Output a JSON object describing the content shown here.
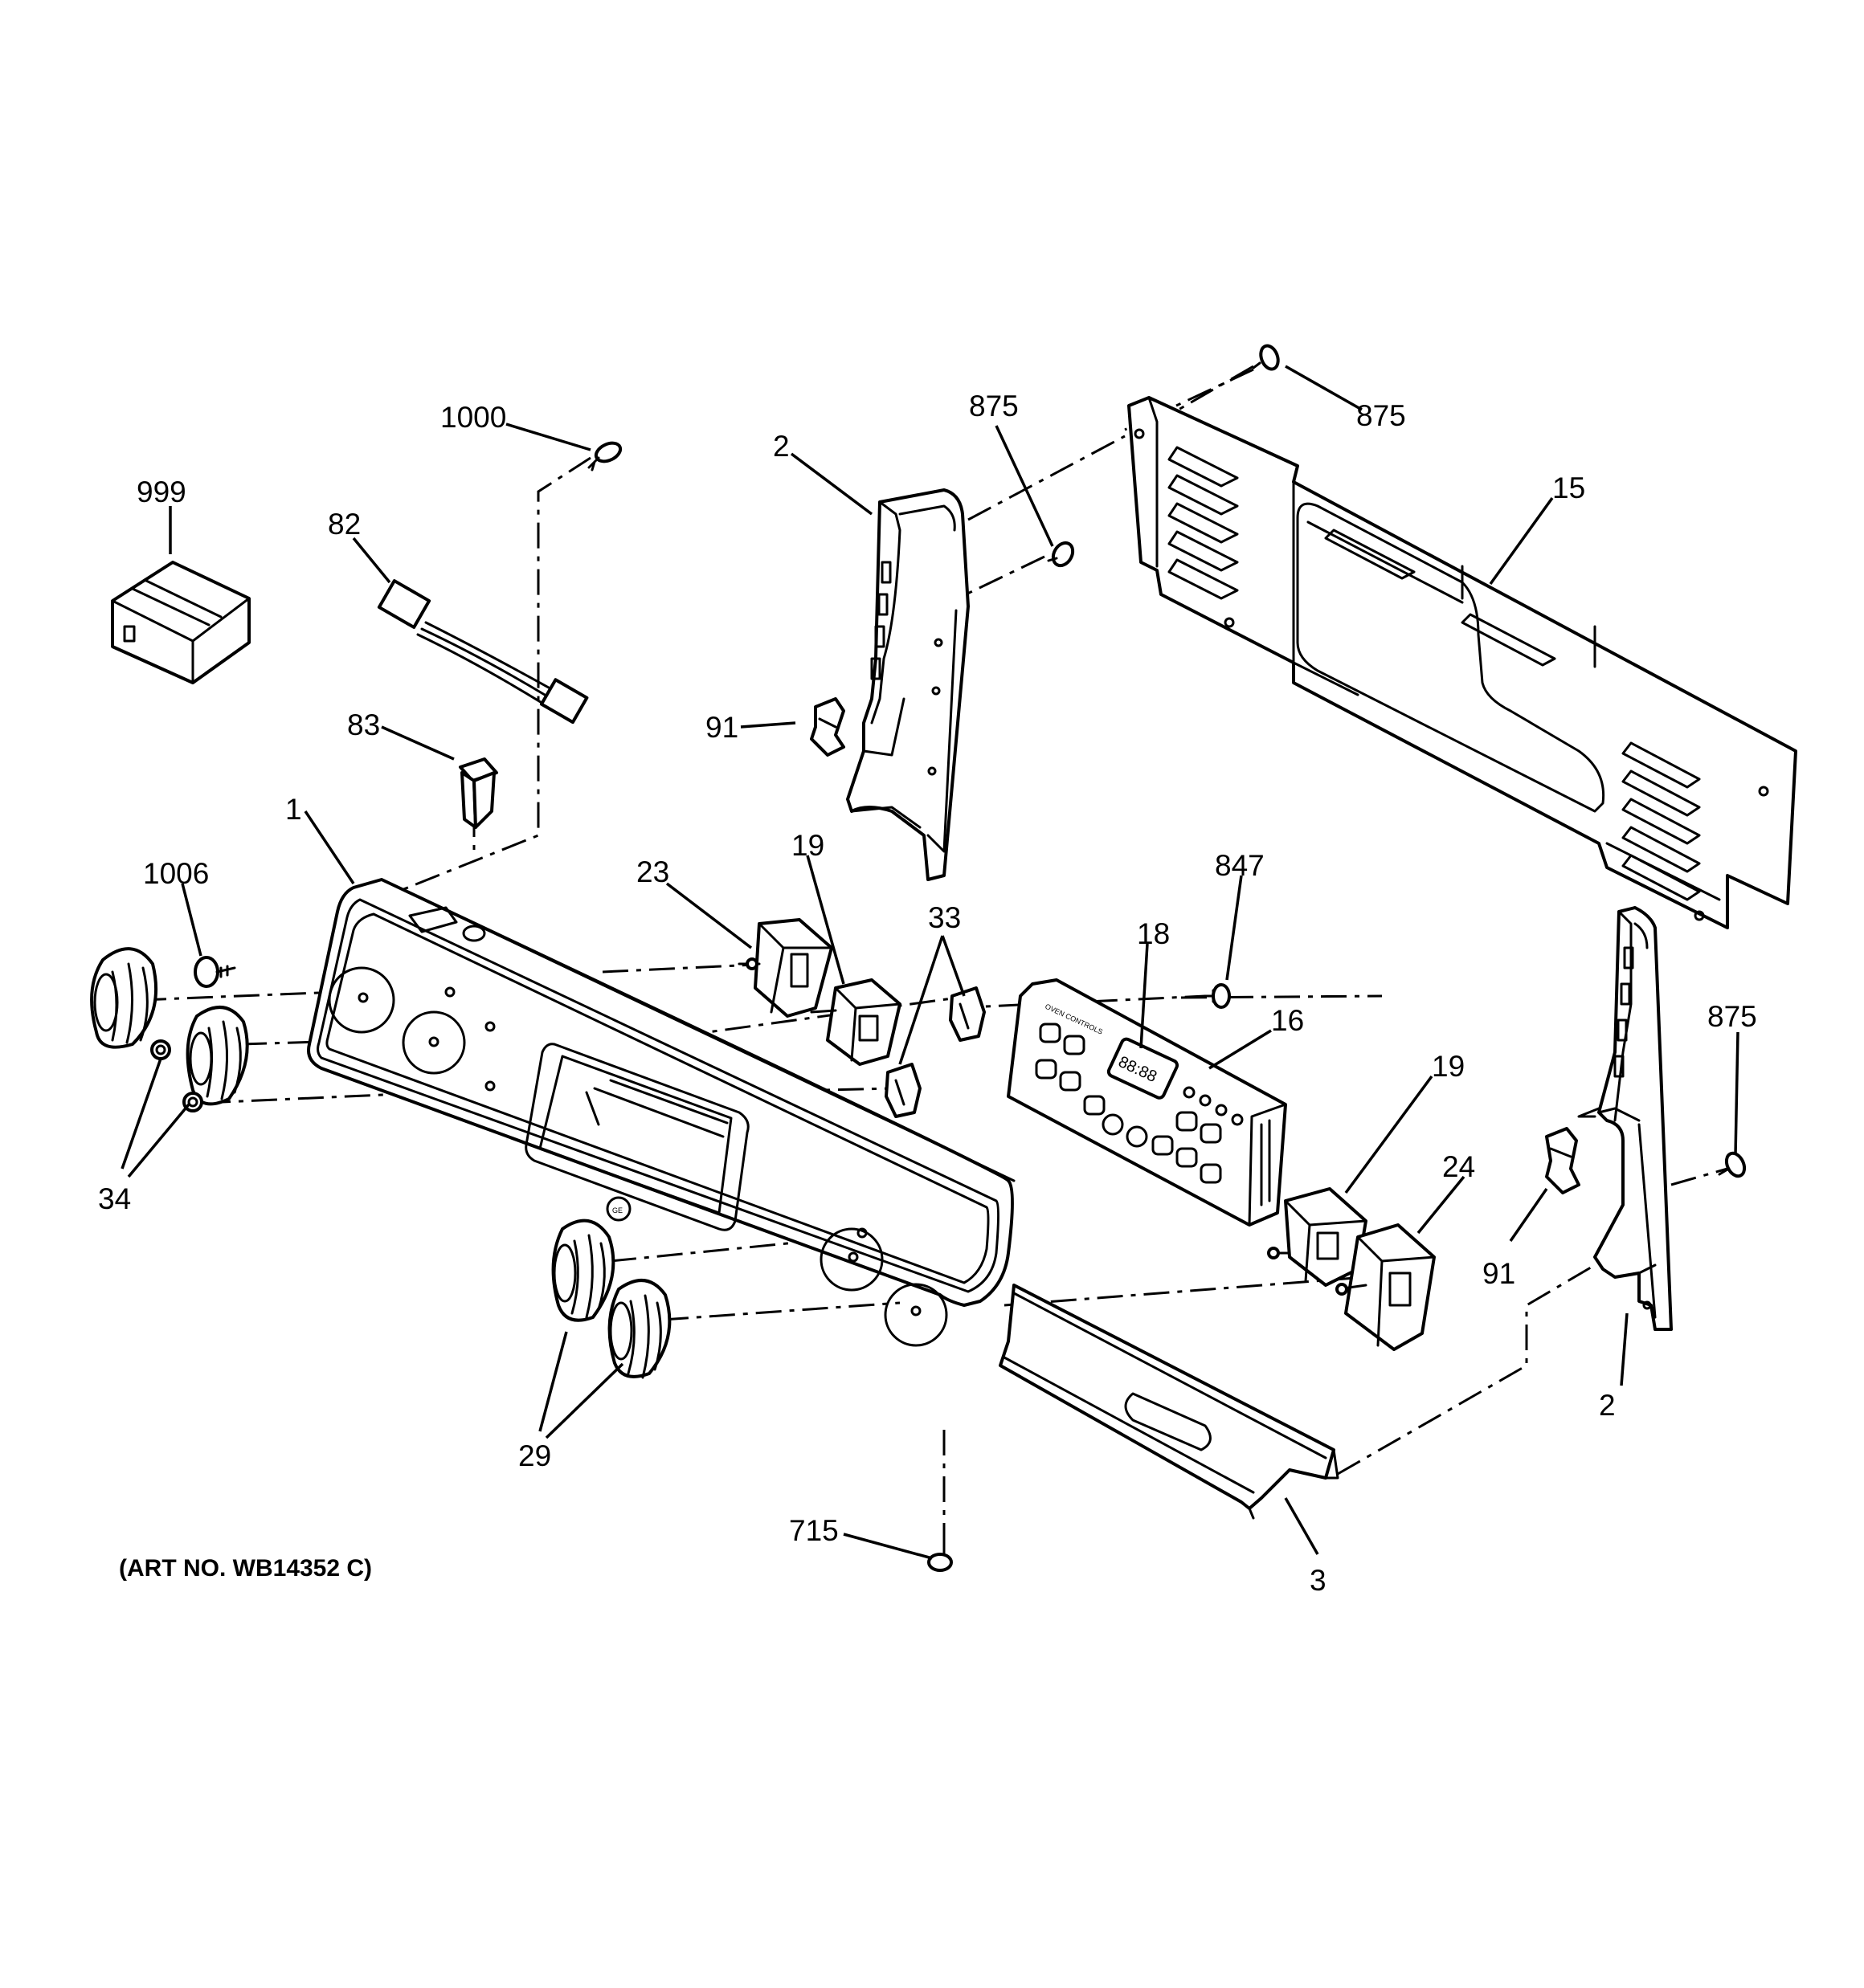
{
  "callouts": {
    "c999": "999",
    "c1000": "1000",
    "c82": "82",
    "c83": "83",
    "c1": "1",
    "c1006": "1006",
    "c34": "34",
    "c2_top": "2",
    "c91_left": "91",
    "c875_mid": "875",
    "c875_top": "875",
    "c15": "15",
    "c23": "23",
    "c19_left": "19",
    "c33": "33",
    "c847": "847",
    "c18": "18",
    "c16": "16",
    "c19_right": "19",
    "c24": "24",
    "c875_right": "875",
    "c91_right": "91",
    "c2_bottom": "2",
    "c29": "29",
    "c715": "715",
    "c3": "3"
  },
  "art_number": "(ART NO. WB14352 C)",
  "display_digits": "88:88",
  "control_panel_heading": "OVEN CONTROLS"
}
